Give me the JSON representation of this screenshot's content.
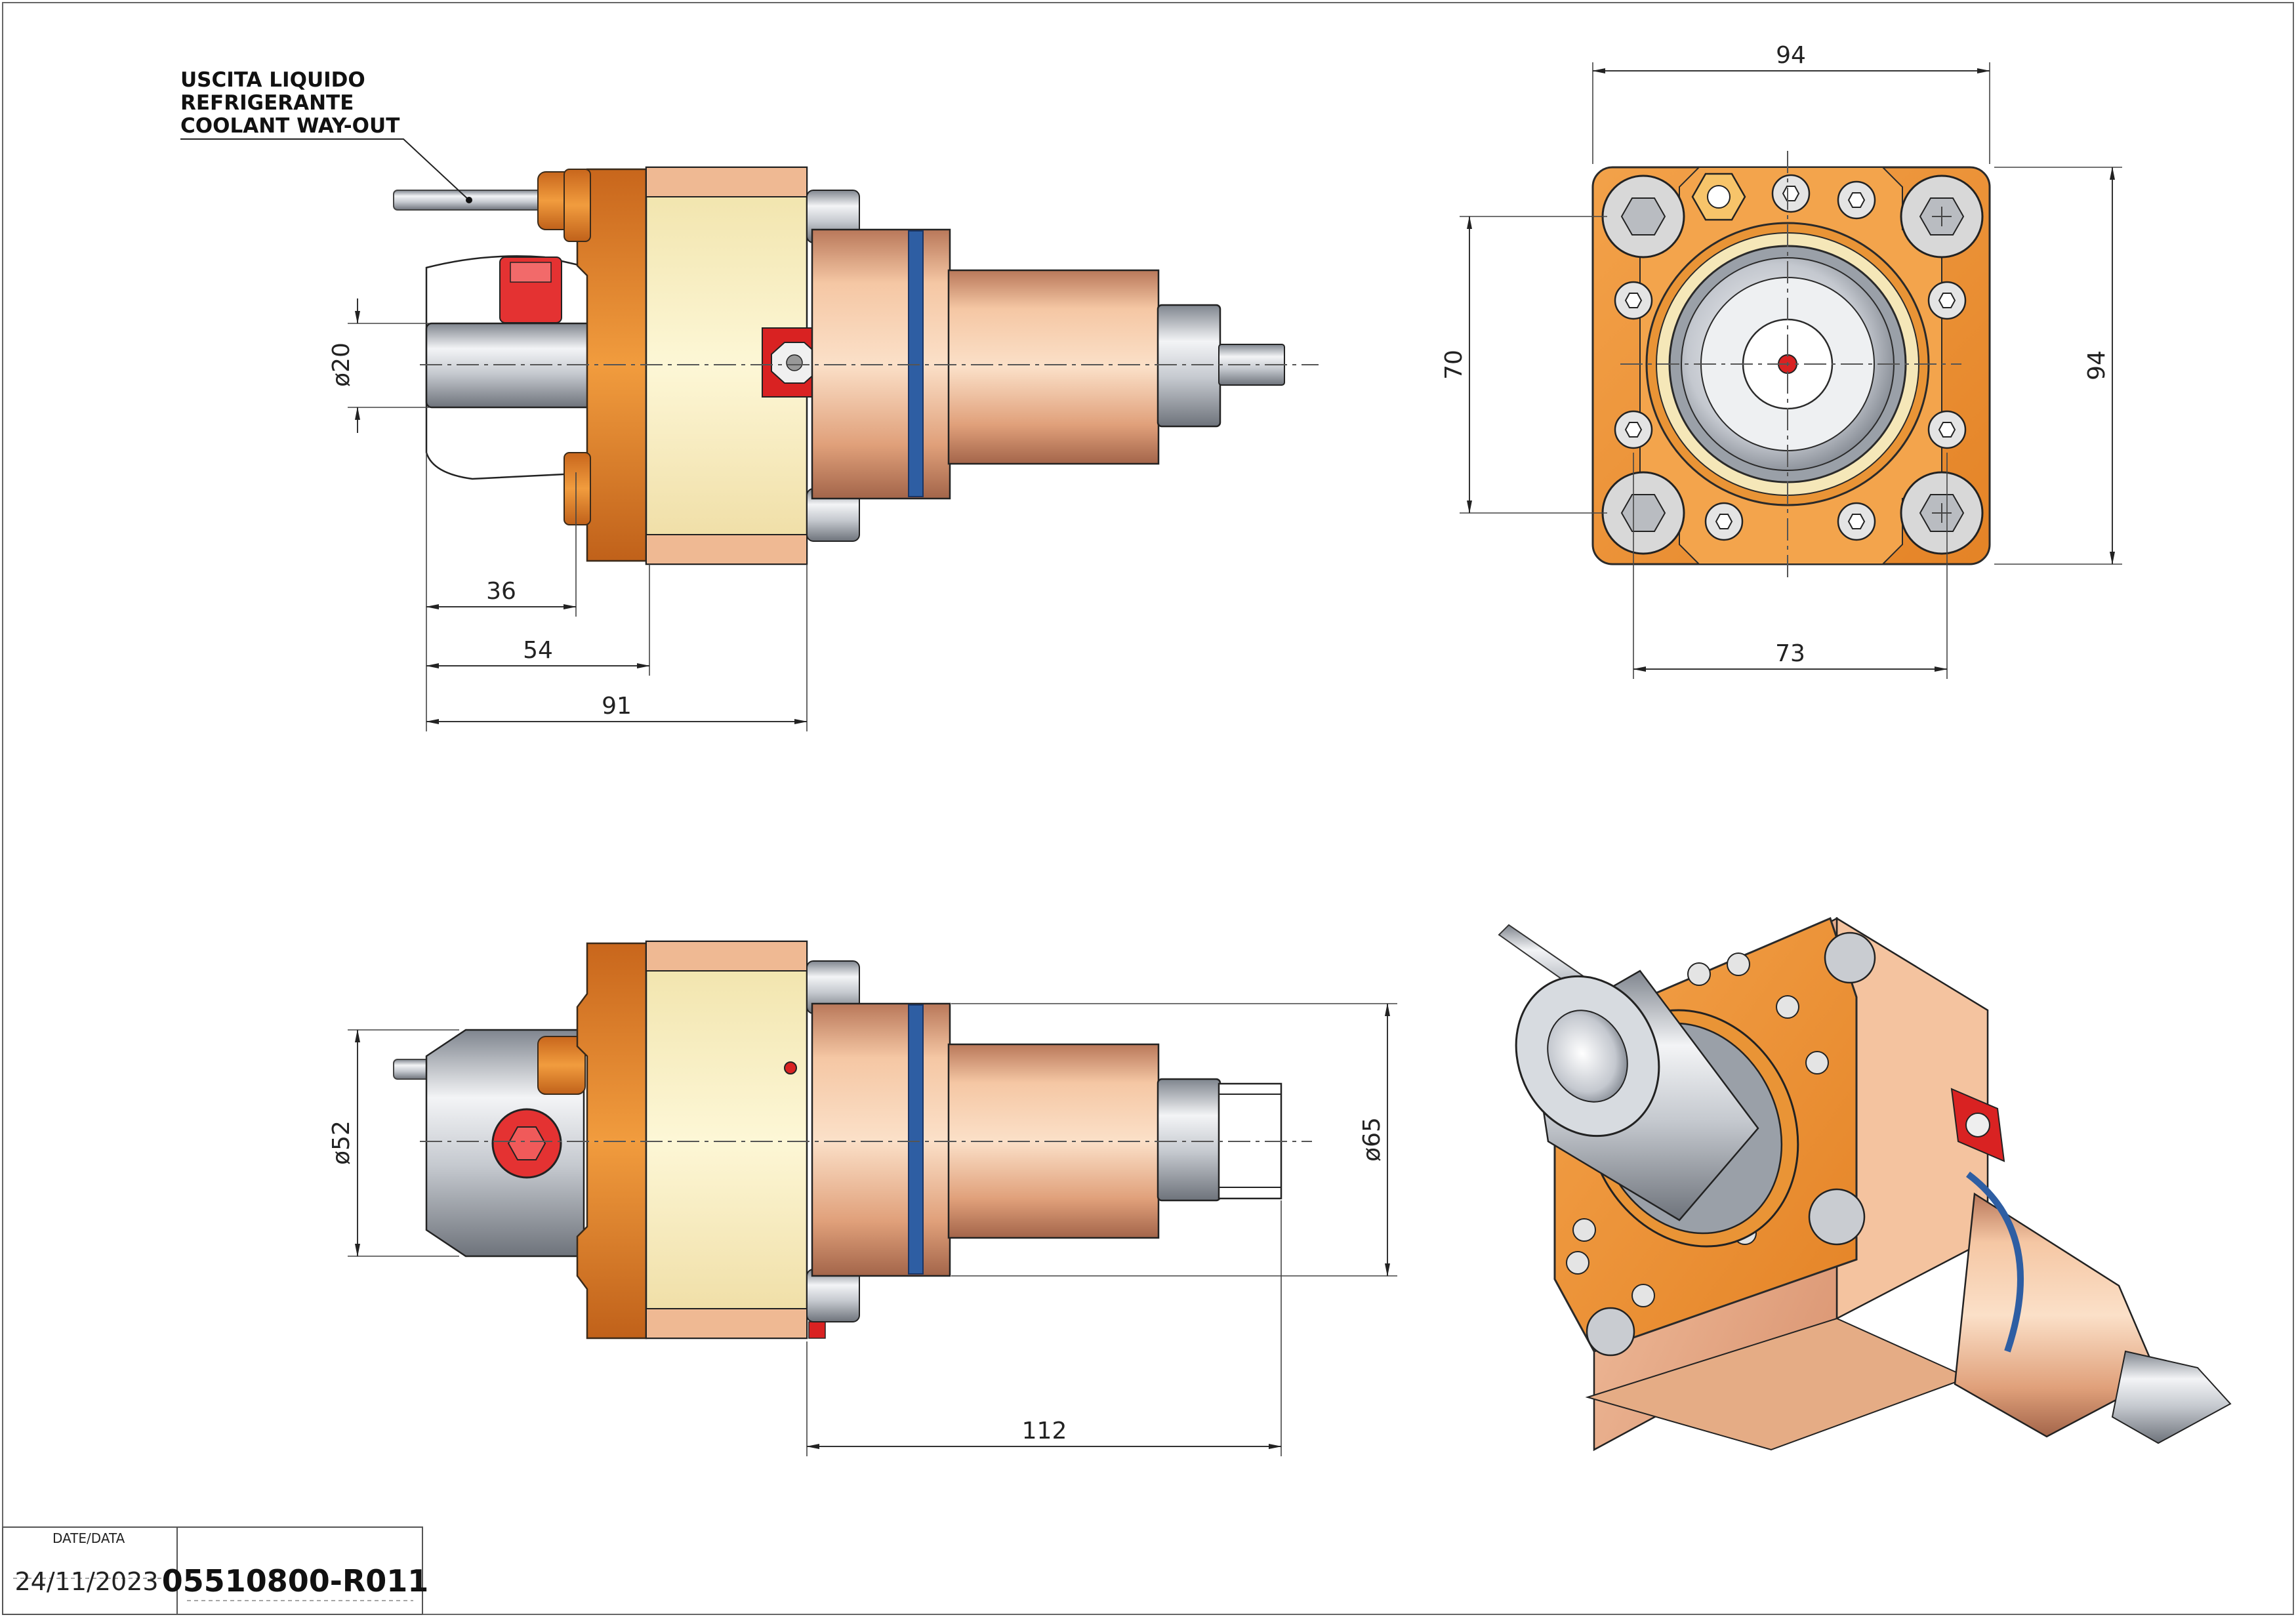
{
  "annotation": {
    "lines": [
      "USCITA LIQUIDO",
      "REFRIGERANTE",
      "COOLANT WAY-OUT"
    ]
  },
  "dimensions": {
    "side_diameter": "20",
    "d36": "36",
    "d54": "54",
    "d91": "91",
    "front_width": "94",
    "front_height": "94",
    "front_70": "70",
    "front_73": "73",
    "bottom_diameter_52": "52",
    "bottom_diameter_65": "65",
    "bottom_112": "112",
    "diameter_symbol": "ø"
  },
  "title_block": {
    "date_label": "DATE/DATA",
    "date": "24/11/2023",
    "code": "05510800-R011"
  },
  "colors": {
    "flange_orange": "#e98a2a",
    "body_cream": "#fbf3c6",
    "bronze": "#e3ad86",
    "steel": "#c9cdd4",
    "red_detail": "#d92222",
    "seal_blue": "#2e5ea3"
  }
}
